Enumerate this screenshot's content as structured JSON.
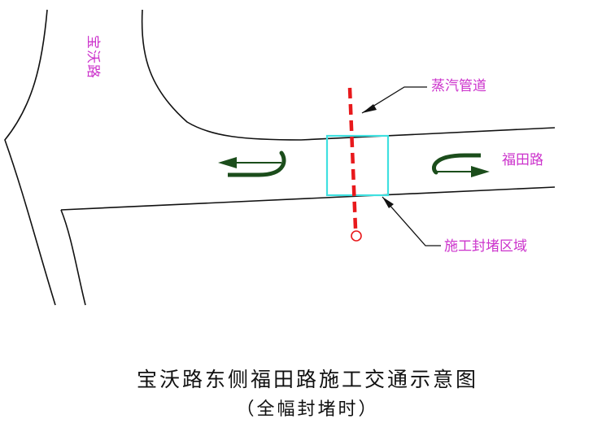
{
  "labels": {
    "baowo_road": "宝沃路",
    "steam_pipe": "蒸汽管道",
    "futian_road": "福田路",
    "closure_zone": "施工封堵区域"
  },
  "caption": {
    "title": "宝沃路东侧福田路施工交通示意图",
    "subtitle": "（全幅封堵时）"
  },
  "colors": {
    "road_lines": "#111111",
    "label_text": "#cc33cc",
    "steam_pipe": "#e8191c",
    "closure_zone": "#3fe0e0",
    "u_turn_arrows": "#1b4d1b"
  },
  "icons": {
    "u_turn_left": "u-turn-left-arrow",
    "u_turn_right": "u-turn-right-arrow"
  }
}
